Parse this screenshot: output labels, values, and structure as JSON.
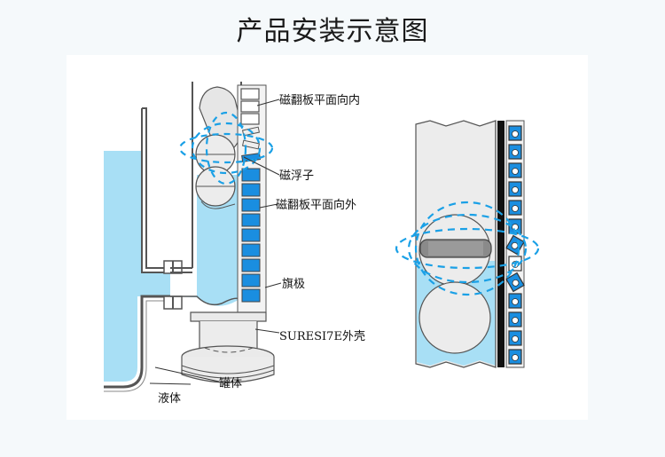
{
  "page": {
    "title": "产品安装示意图"
  },
  "diagram": {
    "left_view": {
      "labels": {
        "flap_inward": "磁翻板平面向内",
        "magnetic_float": "磁浮子",
        "flap_outward": "磁翻板平面向外",
        "flag_pole": "旗极",
        "housing": "SURESI7E外壳",
        "tank_body": "罐体",
        "liquid": "液体"
      }
    },
    "right_view": {
      "description": "magnetic float coupling detail"
    },
    "colors": {
      "liquid": "#a8dff5",
      "flap_blue": "#1a8ee0",
      "field_lines": "#1aa0e6",
      "metal": "#e6e6e6",
      "outline": "#555555",
      "background": "#f5f9fb",
      "panel": "#ffffff"
    }
  }
}
